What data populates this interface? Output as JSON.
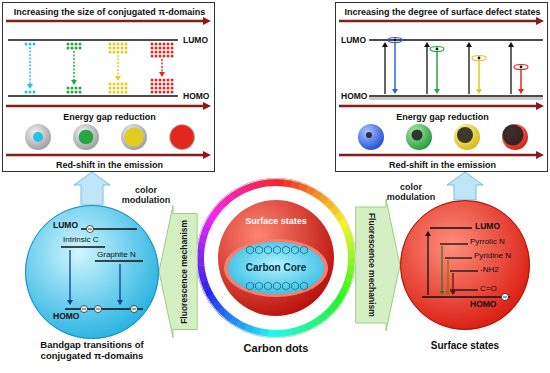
{
  "diagram": {
    "nodes": [
      {
        "text": [
          "Increasing the size of conjugated π-domains",
          "LUMO",
          "HOMO",
          "Energy gap reduction",
          "Red-shift in the emission"
        ]
      },
      {
        "text": [
          "Increasing the degree of surface defect states",
          "LUMO",
          "HOMO",
          "Energy gap reduction",
          "Red-shift in the emission"
        ]
      },
      {
        "text": [
          "LUMO",
          "Intrinsic C",
          "Graphite N",
          "HOMO",
          "Bandgap transitions of conjugated π-domains"
        ]
      },
      {
        "text": [
          "Surface states",
          "Carbon Core",
          "Carbon dots"
        ]
      },
      {
        "text": [
          "LUMO",
          "Pyrrolic N",
          "Pyridine N",
          "-NH2",
          "C=O",
          "HOMO",
          "Surface states"
        ]
      }
    ],
    "edges": [
      {
        "from": 2,
        "to": 0,
        "arrow": "to",
        "label": "color modulation"
      },
      {
        "from": 3,
        "to": 2,
        "arrow": "to",
        "label": "Fluorescence mechanism"
      },
      {
        "from": 3,
        "to": 4,
        "arrow": "to",
        "label": "Fluorescence mechanism"
      },
      {
        "from": 4,
        "to": 1,
        "arrow": "to",
        "label": "color modulation"
      }
    ]
  }
}
